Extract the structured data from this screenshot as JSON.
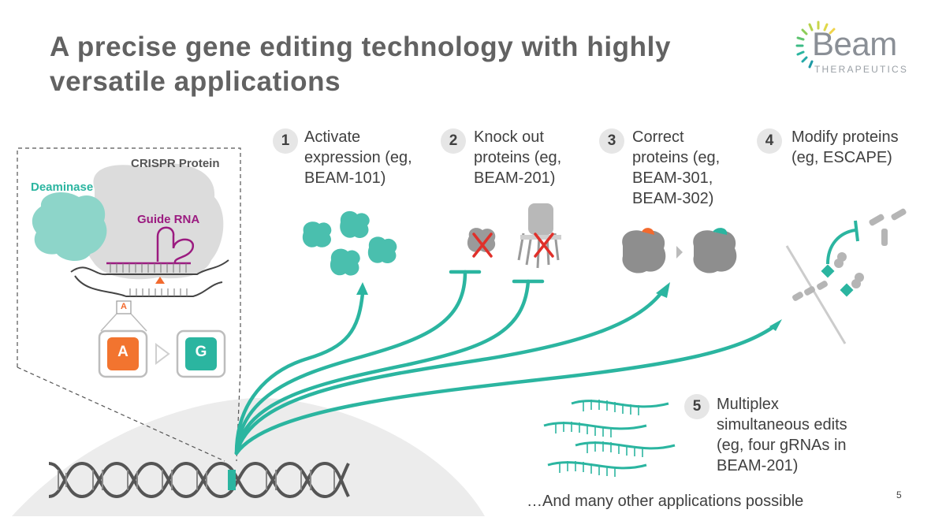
{
  "title": "A precise gene editing technology with highly versatile applications",
  "logo": {
    "name": "Beam",
    "sub": "THERAPEUTICS"
  },
  "inset": {
    "crispr_label": "CRISPR Protein",
    "deaminase_label": "Deaminase",
    "guide_label": "Guide RNA",
    "base_small": "A",
    "base_from": "A",
    "base_to": "G"
  },
  "steps": [
    {
      "num": "1",
      "text": "Activate expression (eg, BEAM-101)"
    },
    {
      "num": "2",
      "text": "Knock out proteins (eg, BEAM-201)"
    },
    {
      "num": "3",
      "text": "Correct proteins (eg, BEAM-301, BEAM-302)"
    },
    {
      "num": "4",
      "text": "Modify proteins (eg, ESCAPE)"
    },
    {
      "num": "5",
      "text": "Multiplex simultaneous edits (eg, four gRNAs in BEAM-201)"
    }
  ],
  "footer": "…And many other applications possible",
  "page_number": "5",
  "colors": {
    "teal": "#2bb5a0",
    "title_gray": "#626262",
    "guide_purple": "#9b1b80",
    "orange": "#f26a2e",
    "red_x": "#e0302a"
  }
}
